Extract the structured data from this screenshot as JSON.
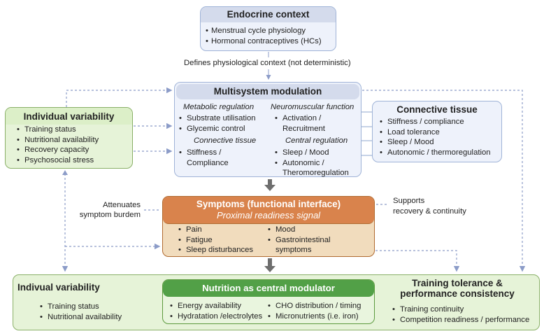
{
  "endocrine": {
    "title": "Endocrine context",
    "items": [
      "Menstrual cycle physiology",
      "Hormonal contraceptives (HCs)"
    ]
  },
  "endocrine_link_label": "Defines physiological context (not deterministic)",
  "multisystem": {
    "title": "Multisystem modulation",
    "metabolic": {
      "title": "Metabolic regulation",
      "items": [
        "Substrate utilisation",
        "Glycemic control"
      ]
    },
    "neuromuscular": {
      "title": "Neuromuscular function",
      "items": [
        "Activation / Recruitment"
      ]
    },
    "connective": {
      "title": "Connective tissue",
      "items": [
        "Stiffness / Compliance"
      ]
    },
    "central": {
      "title": "Central regulation",
      "items": [
        "Sleep / Mood",
        "Autonomic / Theromoregulation"
      ]
    }
  },
  "connective_tissue": {
    "title": "Connective tissue",
    "items": [
      "Stiffness / compliance",
      "Load tolerance",
      "Sleep / Mood",
      "Autonomic / thermoregulation"
    ]
  },
  "individual_variability": {
    "title": "Individual variability",
    "items": [
      "Training status",
      "Nutritional availability",
      "Recovery capacity",
      "Psychosocial stress"
    ]
  },
  "symptoms": {
    "title": "Symptoms (functional interface)",
    "subtitle": "Proximal readiness signal",
    "left_items": [
      "Pain",
      "Fatigue",
      "Sleep disturbances"
    ],
    "right_items": [
      "Mood",
      "Gastrointestinal symptoms"
    ]
  },
  "labels": {
    "attenuates_1": "Attenuates",
    "attenuates_2": "symptom burdem",
    "supports_1": "Supports",
    "supports_2": "recovery & continuity"
  },
  "bottom": {
    "left": {
      "title": "Indivual variability",
      "items": [
        "Training status",
        "Nutritional availability"
      ]
    },
    "nutrition": {
      "title": "Nutrition as central modulator",
      "left_items": [
        "Energy availability",
        "Hydratation /electrolytes"
      ],
      "right_items": [
        "CHO distribution / timing",
        "Micronutrients (i.e. iron)"
      ]
    },
    "right": {
      "title_1": "Training tolerance &",
      "title_2": "performance consistency",
      "items": [
        "Training continuity",
        "Competition readiness / performance"
      ]
    }
  },
  "colors": {
    "blue_fill": "#eef2fb",
    "blue_border": "#9fb3d7",
    "green_fill": "#e6f3d8",
    "green_border": "#8ab068",
    "nutrition_header": "#52a047",
    "symptoms_header": "#d9834c",
    "symptoms_body": "#f1dcbd",
    "connector": "#8c9cc8",
    "arrow": "#6e6e6e"
  }
}
